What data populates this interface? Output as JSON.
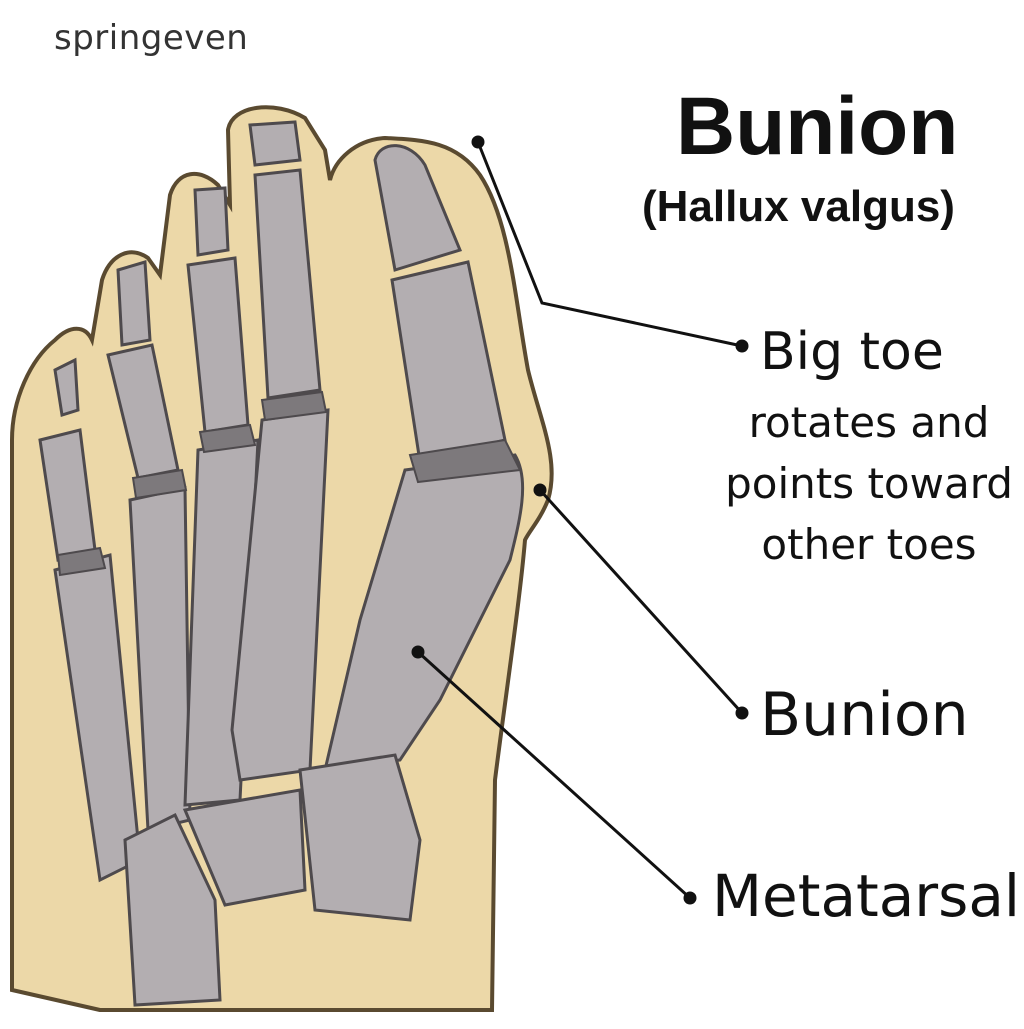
{
  "watermark": "springeven",
  "diagram": {
    "title": "Bunion",
    "subtitle": "(Hallux valgus)",
    "labels": {
      "big_toe": "Big toe",
      "big_toe_description": "rotates and points toward other toes",
      "bunion": "Bunion",
      "metatarsal": "Metatarsal"
    }
  },
  "colors": {
    "skin": "#ecd8a8",
    "skin_outline": "#5a4a30",
    "bone": "#b3aeb1",
    "bone_outline": "#4e4a4d",
    "joint": "#7d797c",
    "leader": "#111111"
  }
}
